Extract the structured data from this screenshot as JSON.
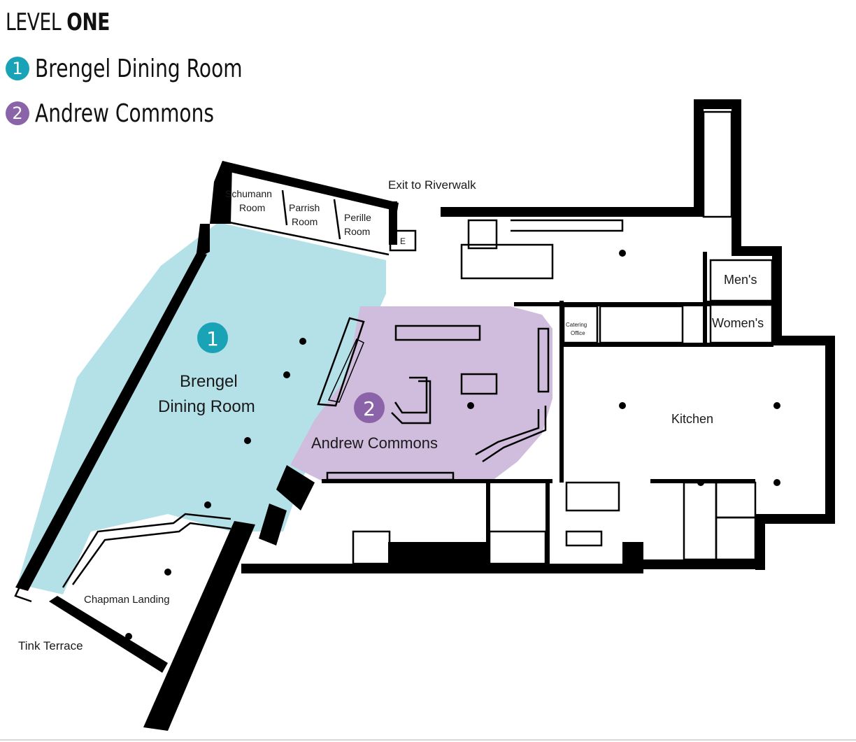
{
  "header": {
    "title_prefix": "LEVEL",
    "title_bold": "ONE"
  },
  "legend": [
    {
      "number": "1",
      "label": "Brengel Dining Room",
      "color": "#1aa3b7"
    },
    {
      "number": "2",
      "label": "Andrew Commons",
      "color": "#8a63a8"
    }
  ],
  "map": {
    "zone_colors": {
      "brengel": "#b4e0e8",
      "andrew": "#d0bcdc"
    },
    "labels": {
      "exit": "Exit to Riverwalk",
      "schumann_1": "Schumann",
      "schumann_2": "Room",
      "parrish_1": "Parrish",
      "parrish_2": "Room",
      "perille_1": "Perille",
      "perille_2": "Room",
      "e": "E",
      "mens": "Men's",
      "womens": "Women's",
      "catering_1": "Catering",
      "catering_2": "Office",
      "brengel_1": "Brengel",
      "brengel_2": "Dining Room",
      "andrew": "Andrew Commons",
      "kitchen": "Kitchen",
      "chapman": "Chapman Landing",
      "tink": "Tink Terrace"
    },
    "markers": [
      {
        "number": "1",
        "color": "#1aa3b7"
      },
      {
        "number": "2",
        "color": "#8a63a8"
      }
    ]
  }
}
